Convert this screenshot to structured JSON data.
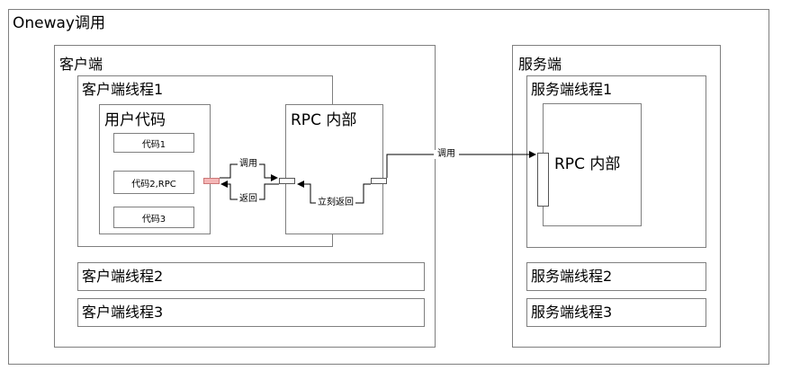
{
  "title": "Oneway调用",
  "client": {
    "title": "客户端",
    "thread1": {
      "title": "客户端线程1",
      "user_code": {
        "title": "用户代码",
        "items": [
          "代码1",
          "代码2,RPC",
          "代码3"
        ]
      },
      "rpc": {
        "title": "RPC 内部"
      }
    },
    "thread2": "客户端线程2",
    "thread3": "客户端线程3"
  },
  "server": {
    "title": "服务端",
    "thread1": {
      "title": "服务端线程1",
      "rpc": {
        "title": "RPC 内部"
      }
    },
    "thread2": "服务端线程2",
    "thread3": "服务端线程3"
  },
  "edges": {
    "call": "调用",
    "return": "返回",
    "immediate_return": "立刻返回",
    "remote_call": "调用"
  },
  "colors": {
    "border": "#7f7f7f",
    "highlight_port": "#f4b6b6",
    "line": "#000000"
  }
}
